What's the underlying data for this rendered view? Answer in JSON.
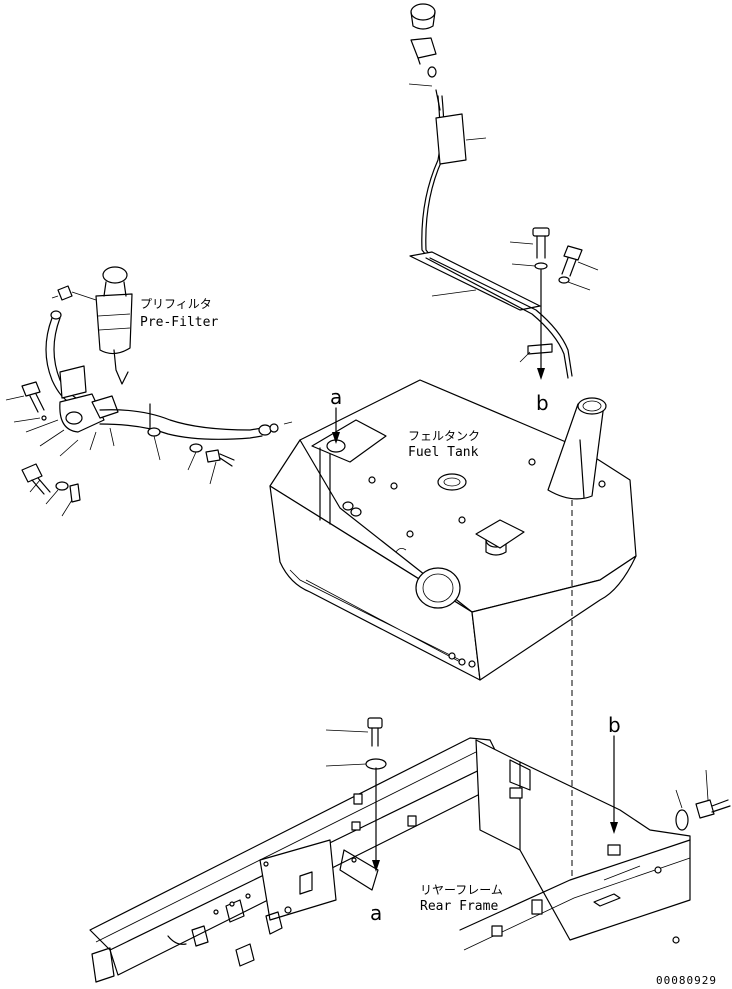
{
  "labels": {
    "prefilter_jp": "プリフィルタ",
    "prefilter_en": "Pre-Filter",
    "fueltank_jp": "フェルタンク",
    "fueltank_en": "Fuel Tank",
    "rearframe_jp": "リヤーフレーム",
    "rearframe_en": "Rear Frame"
  },
  "refs": {
    "a_top": "a",
    "a_bottom": "a",
    "b_top": "b",
    "b_bottom": "b"
  },
  "drawing_number": "00080929"
}
